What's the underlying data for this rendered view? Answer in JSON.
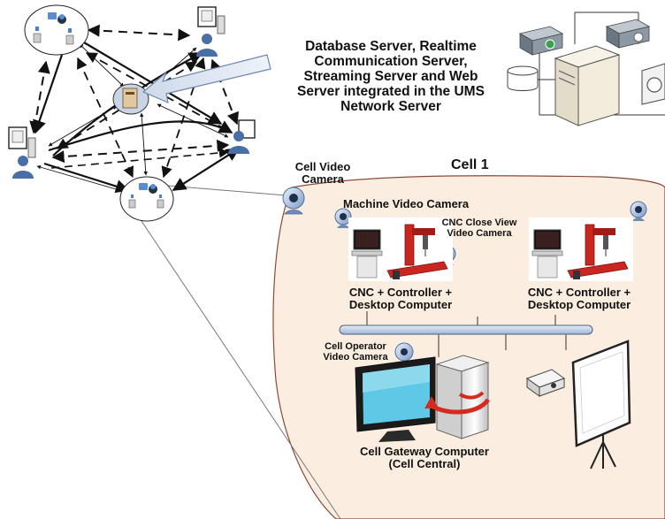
{
  "labels": {
    "network_server": [
      "Database Server,  Realtime",
      "Communication Server,",
      "Streaming Server and Web",
      "Server integrated in the UMS",
      "Network Server"
    ],
    "cell_title": "Cell 1",
    "cell_video_camera": [
      "Cell Video",
      "Camera"
    ],
    "machine_video_camera": "Machine Video Camera",
    "cnc_close_view": [
      "CNC Close View",
      "Video Camera"
    ],
    "cnc_left": [
      "CNC + Controller +",
      "Desktop Computer"
    ],
    "cnc_right": [
      "CNC + Controller +",
      "Desktop Computer"
    ],
    "operator_camera": [
      "Cell Operator",
      "Video Camera"
    ],
    "gateway": [
      "Cell Gateway Computer",
      "(Cell Central)"
    ]
  },
  "colors": {
    "cell_fill": "#fbeee0",
    "cell_stroke": "#8a4a3a",
    "bus_fill": "#c9d7ea",
    "node_fill": "#ffffff",
    "person": "#4a6fa5",
    "arrow": "#111111",
    "cnc_red": "#c8261e"
  },
  "icons": [
    "webcam-icon",
    "cnc-machine-icon",
    "monitor-icon",
    "server-tower-icon",
    "projector-icon",
    "projection-screen-icon",
    "person-computer-icon",
    "database-server-icon"
  ]
}
